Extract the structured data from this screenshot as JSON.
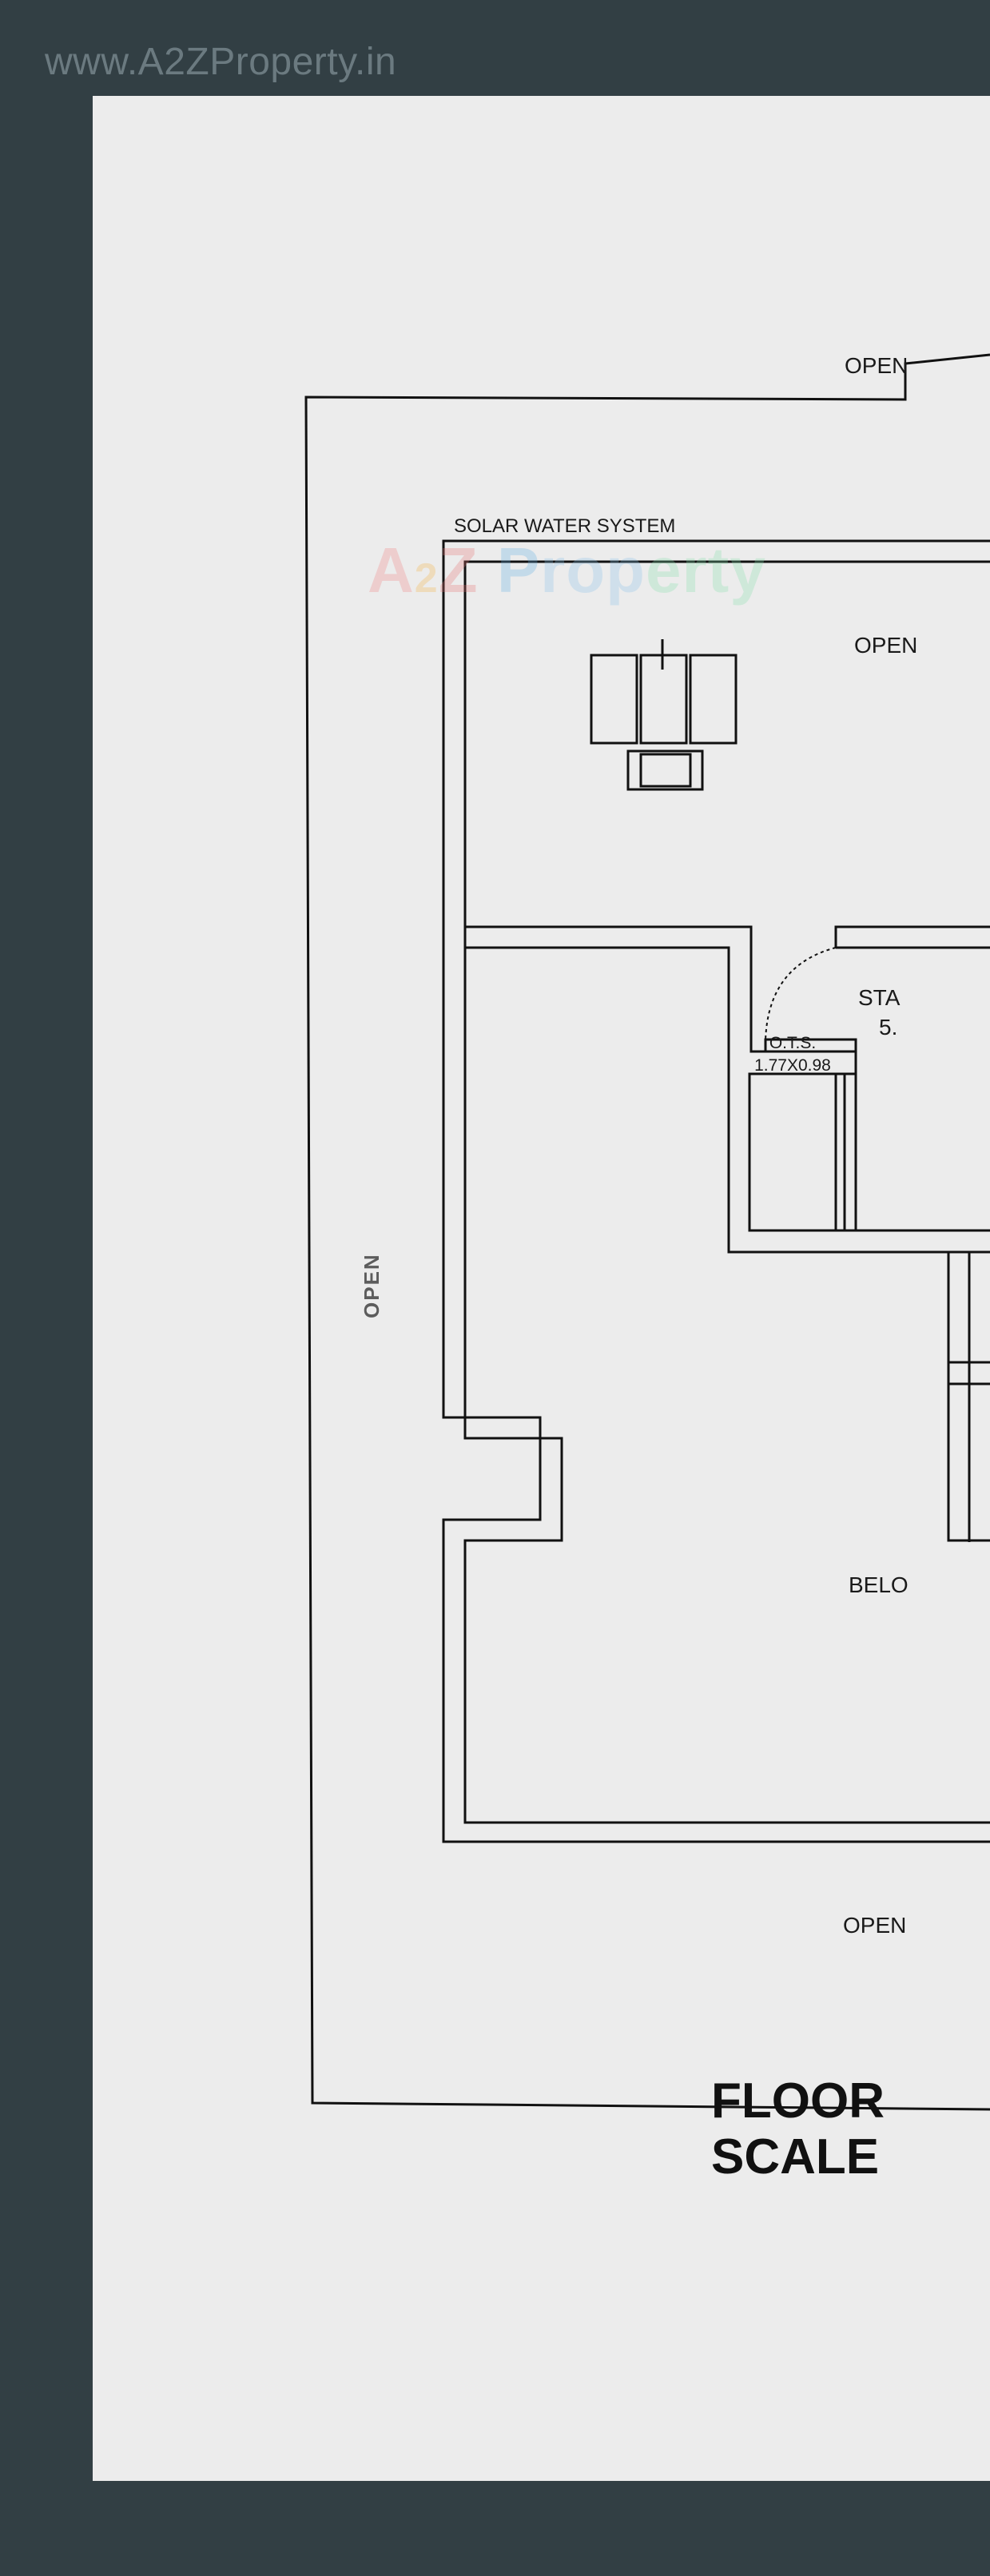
{
  "site_link": "www.A2ZProperty.in",
  "watermark": {
    "a": "A",
    "two": "2",
    "z": "Z",
    "p": "P",
    "rest1": "rop",
    "rest2": "erty"
  },
  "labels": {
    "open_top": "OPEN",
    "solar": "SOLAR WATER SYSTEM",
    "open_mid": "OPEN",
    "stair_1": "STA",
    "stair_2": "5.",
    "ots_1": "O.T.S.",
    "ots_2": "1.77X0.98",
    "open_side": "OPEN",
    "below": "BELO",
    "open_bottom": "OPEN"
  },
  "title": {
    "line1": "FLOOR",
    "line2": "SCALE"
  }
}
